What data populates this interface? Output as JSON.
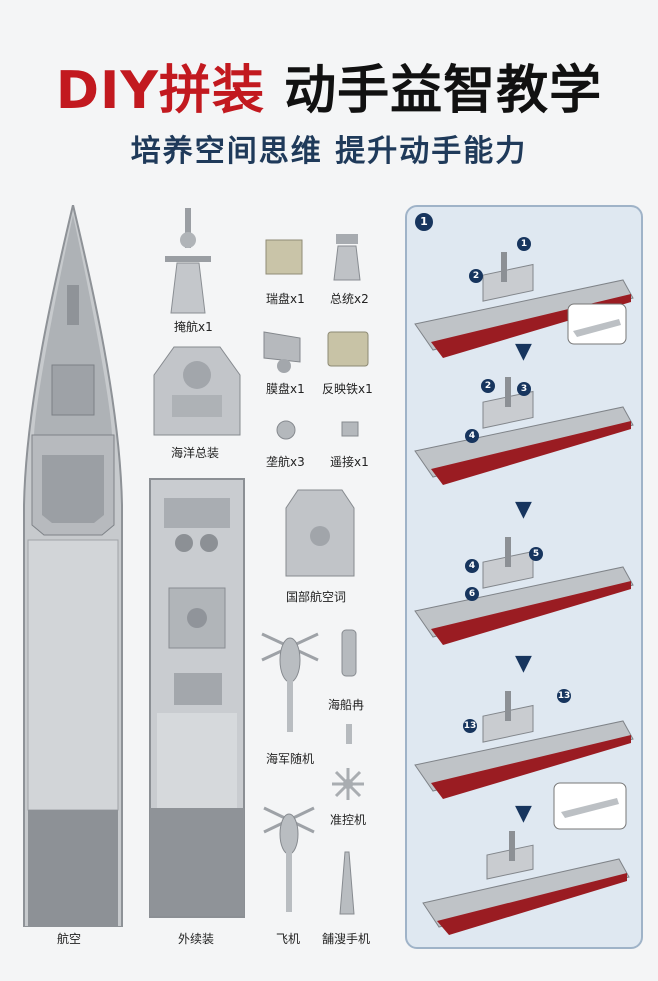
{
  "header": {
    "title_red": "DIY拼装",
    "title_dark": "动手益智教学",
    "subtitle": "培养空间思维 提升动手能力"
  },
  "parts": {
    "hull_label": "航空",
    "outer_label": "外续装",
    "mast_label": "掩航x1",
    "bridge_label": "海洋总装",
    "radar1_label": "瑞盘x1",
    "radar2_label": "总统x2",
    "panel_label": "膜盘x1",
    "reflector_label": "反映铁x1",
    "dome_label": "垄航x3",
    "connector_label": "遥接x1",
    "hangar_label": "国部航空词",
    "helicopter_label": "海军随机",
    "boat_label": "海船冉",
    "fan_label": "准控机",
    "aircraft_label": "飞机",
    "manual_label": "舗溲手机"
  },
  "assembly": {
    "step": "1",
    "numbers": [
      "1",
      "2",
      "2",
      "3",
      "4",
      "4",
      "5",
      "6",
      "13",
      "13"
    ]
  },
  "colors": {
    "red": "#c2191f",
    "navy": "#17355e",
    "gray": "#b9bdc2",
    "hull_red": "#9a1c22"
  }
}
